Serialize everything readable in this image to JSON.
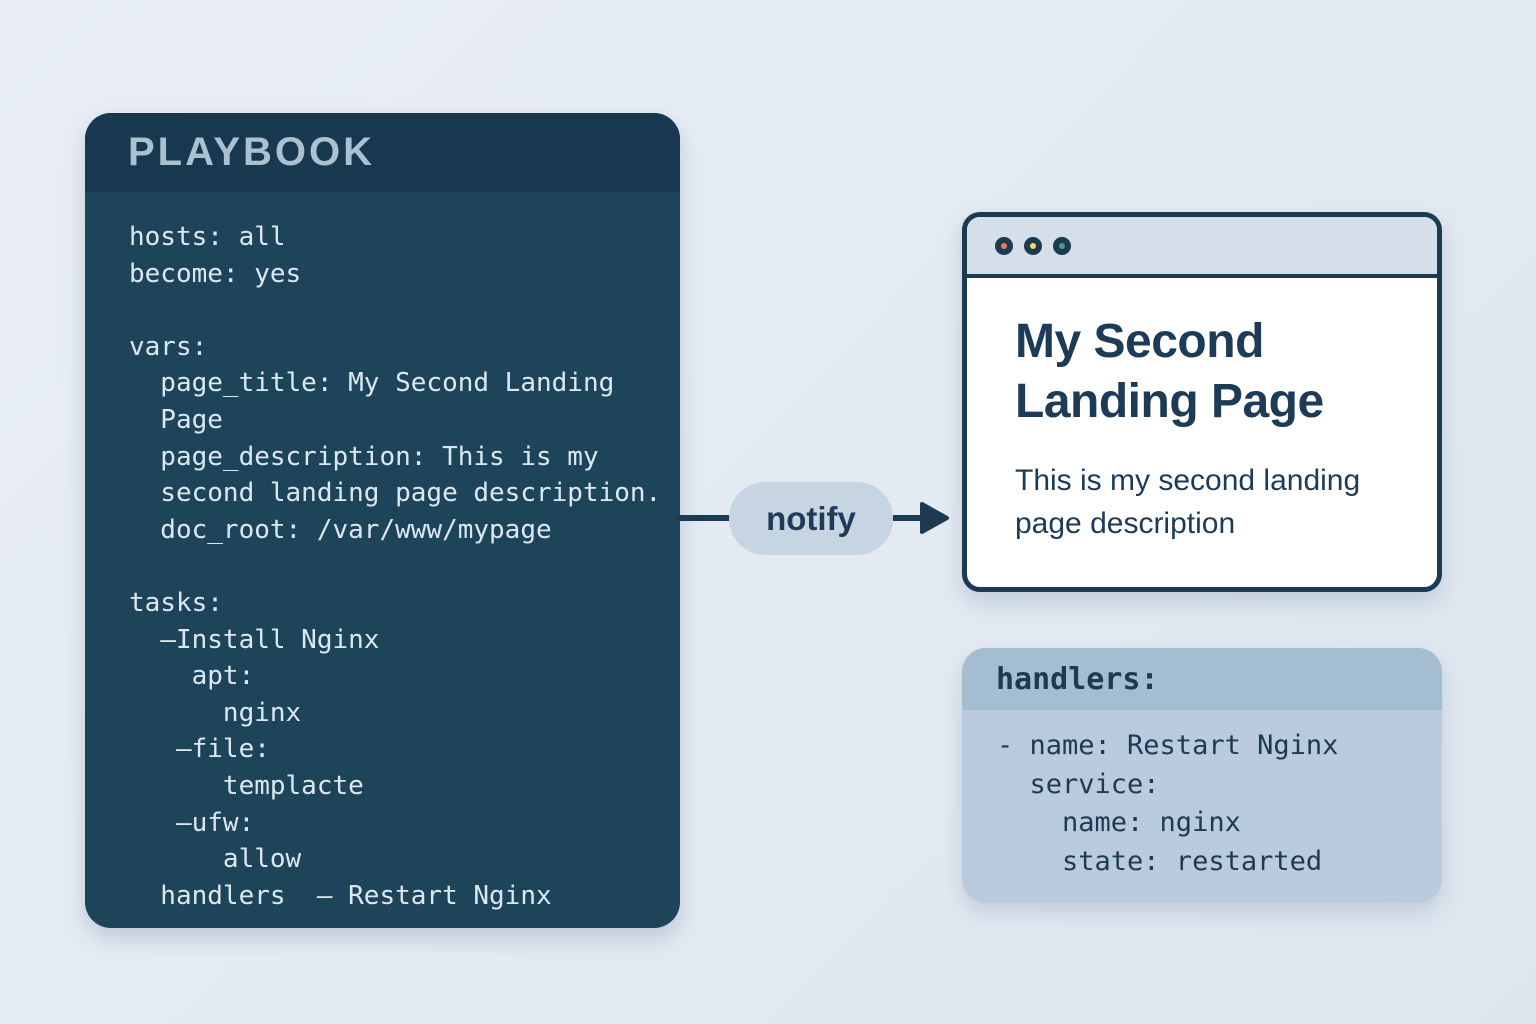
{
  "colors": {
    "page_background": "#e4ebf3",
    "panel_dark": "#1d4459",
    "panel_dark_header": "#17384e",
    "panel_dark_text": "#dce8f1",
    "panel_dark_title": "#a9c1d1",
    "navy_accent": "#1c3a52",
    "pill_background": "#c7d5e3",
    "handlers_header": "#a5bdd1",
    "handlers_body": "#b9cbdc",
    "browser_titlebar": "#d5dfe9"
  },
  "playbook": {
    "title": "PLAYBOOK",
    "code": "hosts: all\nbecome: yes\n\nvars:\n  page_title: My Second Landing\n  Page\n  page_description: This is my\n  second landing page description.\n  doc_root: /var/www/mypage\n\ntasks:\n  –Install Nginx\n    apt:\n      nginx\n   –file:\n      templacte\n   –ufw:\n      allow\n  handlers  – Restart Nginx"
  },
  "notify": {
    "label": "notify"
  },
  "browser": {
    "heading": "My Second Landing Page",
    "description": "This is my second landing page description",
    "traffic_lights": [
      {
        "name": "close",
        "color": "#ef7a52"
      },
      {
        "name": "minimize",
        "color": "#f4e13c"
      },
      {
        "name": "maximize",
        "color": "#3fa271"
      }
    ]
  },
  "handlers": {
    "title": "handlers:",
    "code": "- name: Restart Nginx\n  service:\n    name: nginx\n    state: restarted"
  }
}
